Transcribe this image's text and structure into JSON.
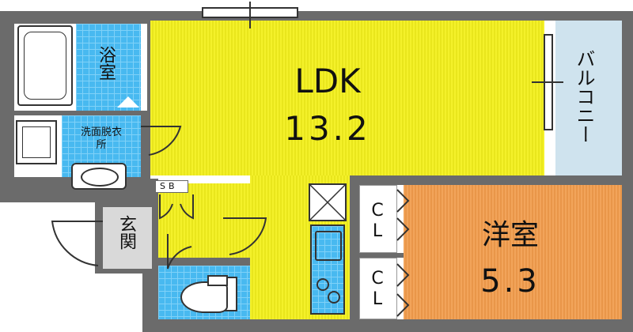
{
  "rooms": {
    "ldk": {
      "label": "LDK",
      "size": "13.2"
    },
    "western": {
      "label": "洋室",
      "size": "5.3"
    },
    "bath": {
      "label": "浴室"
    },
    "washroom": {
      "label": "洗面脱衣所"
    },
    "entrance": {
      "label": "玄関"
    },
    "balcony": {
      "label": "バルコニー"
    },
    "shoe_box": {
      "label": "SB"
    },
    "closet_upper": {
      "label": "CL"
    },
    "closet_lower": {
      "label": "CL"
    }
  },
  "colors": {
    "ldk": "#f4f12a",
    "western": "#f2a45a",
    "wet_area": "#48b9f0",
    "balcony": "#cfe3ee",
    "wall": "#6b6b6b"
  }
}
